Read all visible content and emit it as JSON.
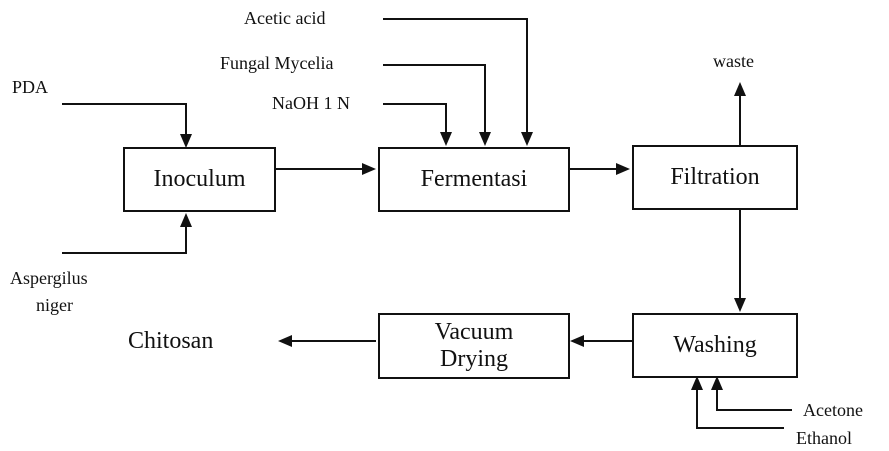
{
  "process_boxes": {
    "inoculum": "Inoculum",
    "fermentasi": "Fermentasi",
    "filtration": "Filtration",
    "vacuum_drying": "Vacuum Drying",
    "washing": "Washing"
  },
  "inputs": {
    "pda": "PDA",
    "aspergilus_line1": "Aspergilus",
    "aspergilus_line2": "niger",
    "acetic_acid": "Acetic acid",
    "fungal_mycelia": "Fungal Mycelia",
    "naoh": "NaOH 1 N",
    "acetone": "Acetone",
    "ethanol": "Ethanol"
  },
  "outputs": {
    "waste": "waste",
    "chitosan": "Chitosan"
  }
}
